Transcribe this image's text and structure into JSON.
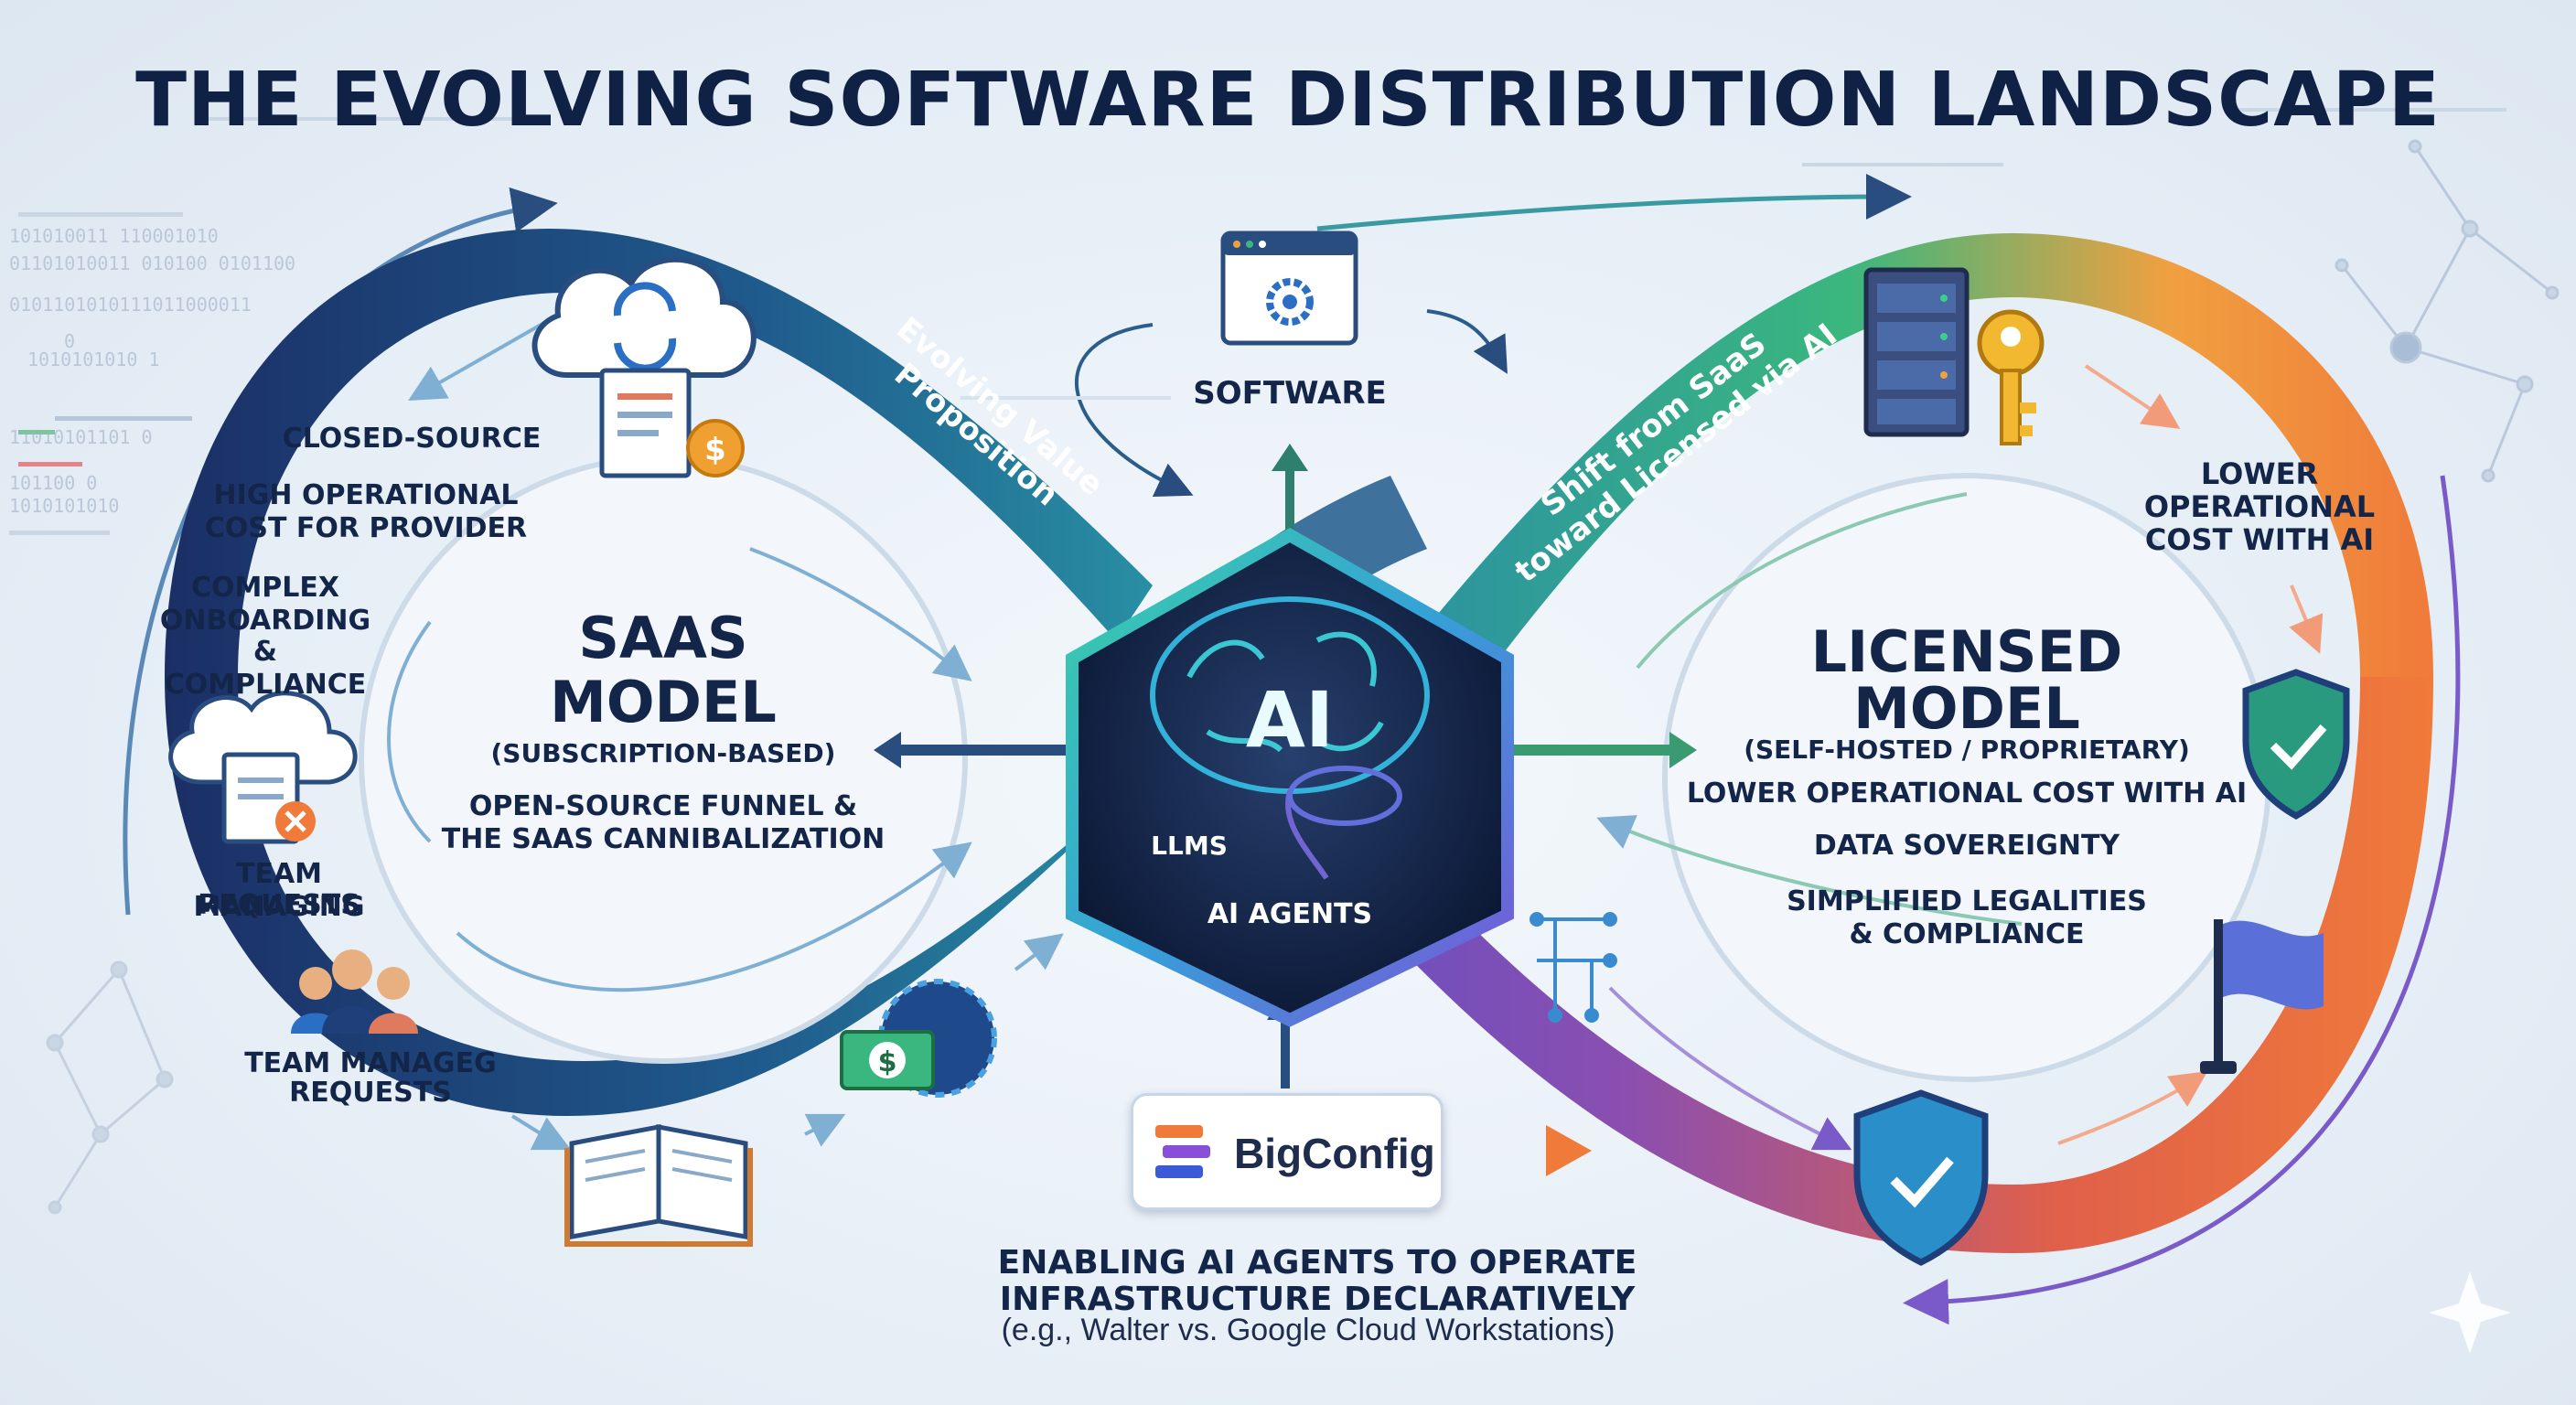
{
  "title": "THE EVOLVING SOFTWARE DISTRIBUTION LANDSCAPE",
  "colors": {
    "navy": "#1a3670",
    "teal": "#2a8ea6",
    "green": "#3ab67f",
    "orange": "#f07a3a",
    "purple": "#6a4fc4",
    "title": "#0f2145"
  },
  "saas": {
    "heading_line1": "SAAS",
    "heading_line2": "MODEL",
    "subtitle": "(SUBSCRIPTION-BASED)",
    "body_line1": "OPEN-SOURCE FUNNEL &",
    "body_line2": "THE SAAS CANNIBALIZATION",
    "side_labels": {
      "closed_source": "CLOSED-SOURCE",
      "high_cost_1": "HIGH OPERATIONAL",
      "high_cost_2": "COST FOR PROVIDER",
      "complex_1": "COMPLEX",
      "complex_2": "ONBOARDING",
      "complex_3": "& COMPLIANCE",
      "team1_1": "TEAM MANAGING",
      "team1_2": "REQUESTS",
      "team2_1": "TEAM MANAGEG",
      "team2_2": "REQUESTS"
    },
    "band_label_1": "Evolving Value",
    "band_label_2": "Proposition"
  },
  "center": {
    "software_label": "SOFTWARE",
    "ai_label": "AI",
    "llms_label": "LLMS",
    "agents_label": "AI AGENTS",
    "bigconfig_name": "BigConfig",
    "enabling_line1": "ENABLING AI AGENTS TO OPERATE",
    "enabling_line2": "INFRASTRUCTURE DECLARATIVELY",
    "footnote": "(e.g., Walter vs. Google Cloud Workstations)"
  },
  "licensed": {
    "heading_line1": "LICENSED",
    "heading_line2": "MODEL",
    "subtitle": "(SELF-HOSTED / PROPRIETARY)",
    "body_line1": "LOWER OPERATIONAL COST WITH AI",
    "body_line2": "DATA SOVEREIGNTY",
    "body_line3": "SIMPLIFIED LEGALITIES",
    "body_line4": "& COMPLIANCE",
    "side_line1": "LOWER",
    "side_line2": "OPERATIONAL",
    "side_line3": "COST WITH AI",
    "band_label_1": "Shift from SaaS",
    "band_label_2": "toward Licensed via AI"
  }
}
